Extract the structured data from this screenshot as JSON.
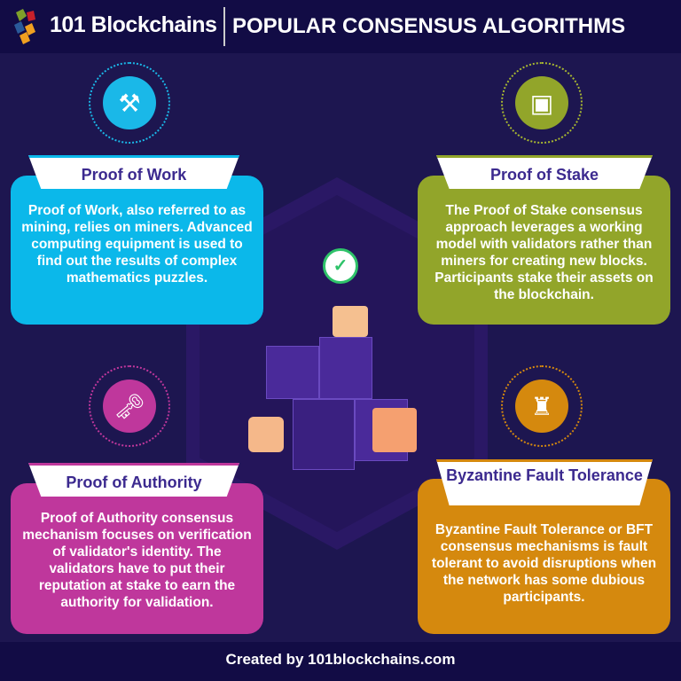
{
  "header": {
    "brand": "101 Blockchains",
    "title": "POPULAR CONSENSUS ALGORITHMS"
  },
  "cards": [
    {
      "title": "Proof of Work",
      "text": "Proof of Work, also referred to as mining, relies on miners. Advanced computing equipment is used to find out the results of complex mathematics puzzles.",
      "color": "#0bb8ea",
      "icon": "miner-icon"
    },
    {
      "title": "Proof of Stake",
      "text": "The Proof of Stake consensus approach leverages a working model with validators rather than miners for creating new blocks. Participants stake their assets on the blockchain.",
      "color": "#92a52a",
      "icon": "stake-blocks-icon"
    },
    {
      "title": "Proof of Authority",
      "text": "Proof of Authority consensus mechanism focuses on verification of validator's identity. The validators have to put their reputation at stake to earn the authority for validation.",
      "color": "#bf379c",
      "icon": "certificate-key-icon"
    },
    {
      "title": "Byzantine Fault Tolerance",
      "text": "Byzantine Fault Tolerance or BFT consensus mechanisms is fault tolerant to avoid disruptions when the network has some dubious participants.",
      "color": "#d5890e",
      "icon": "castle-network-icon"
    }
  ],
  "footer": {
    "text": "Created by 101blockchains.com"
  }
}
